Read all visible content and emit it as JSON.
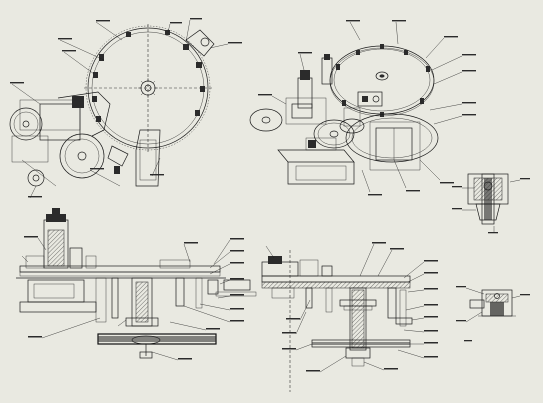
{
  "drawing": {
    "background": "#e9e9e1",
    "line_color": "#1c1c1c",
    "views": [
      {
        "id": "top-view",
        "callouts": 14
      },
      {
        "id": "isometric-view",
        "callouts": 16
      },
      {
        "id": "detail-a",
        "callouts": 4
      },
      {
        "id": "front-elevation",
        "callouts": 22
      },
      {
        "id": "section-view",
        "callouts": 24
      },
      {
        "id": "detail-b",
        "callouts": 5
      }
    ]
  }
}
